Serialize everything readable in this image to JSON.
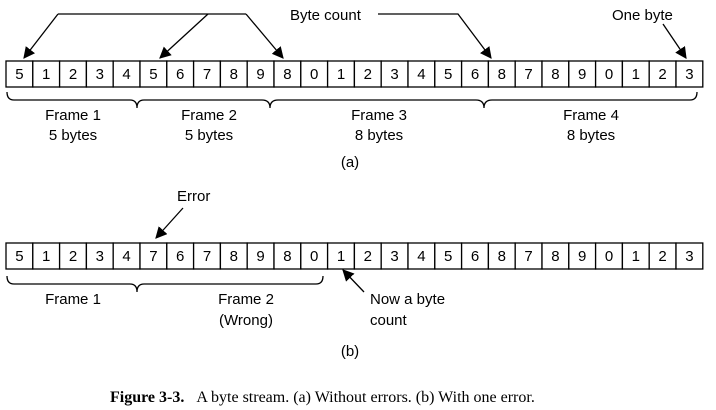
{
  "part_a": {
    "bytes": [
      "5",
      "1",
      "2",
      "3",
      "4",
      "5",
      "6",
      "7",
      "8",
      "9",
      "8",
      "0",
      "1",
      "2",
      "3",
      "4",
      "5",
      "6",
      "8",
      "7",
      "8",
      "9",
      "0",
      "1",
      "2",
      "3"
    ],
    "frames": [
      {
        "name": "Frame 1",
        "size": "5 bytes"
      },
      {
        "name": "Frame 2",
        "size": "5 bytes"
      },
      {
        "name": "Frame 3",
        "size": "8 bytes"
      },
      {
        "name": "Frame 4",
        "size": "8 bytes"
      }
    ],
    "byte_count_label": "Byte count",
    "one_byte_label": "One byte",
    "label": "(a)"
  },
  "part_b": {
    "bytes": [
      "5",
      "1",
      "2",
      "3",
      "4",
      "7",
      "6",
      "7",
      "8",
      "9",
      "8",
      "0",
      "1",
      "2",
      "3",
      "4",
      "5",
      "6",
      "8",
      "7",
      "8",
      "9",
      "0",
      "1",
      "2",
      "3"
    ],
    "frames": [
      {
        "name": "Frame 1",
        "size": ""
      },
      {
        "name": "Frame 2",
        "size": "(Wrong)"
      }
    ],
    "error_label": "Error",
    "now_label_line1": "Now a byte",
    "now_label_line2": "count",
    "label": "(b)"
  },
  "caption": {
    "bold": "Figure 3-3.",
    "text": "A byte stream. (a) Without errors. (b) With one error."
  }
}
